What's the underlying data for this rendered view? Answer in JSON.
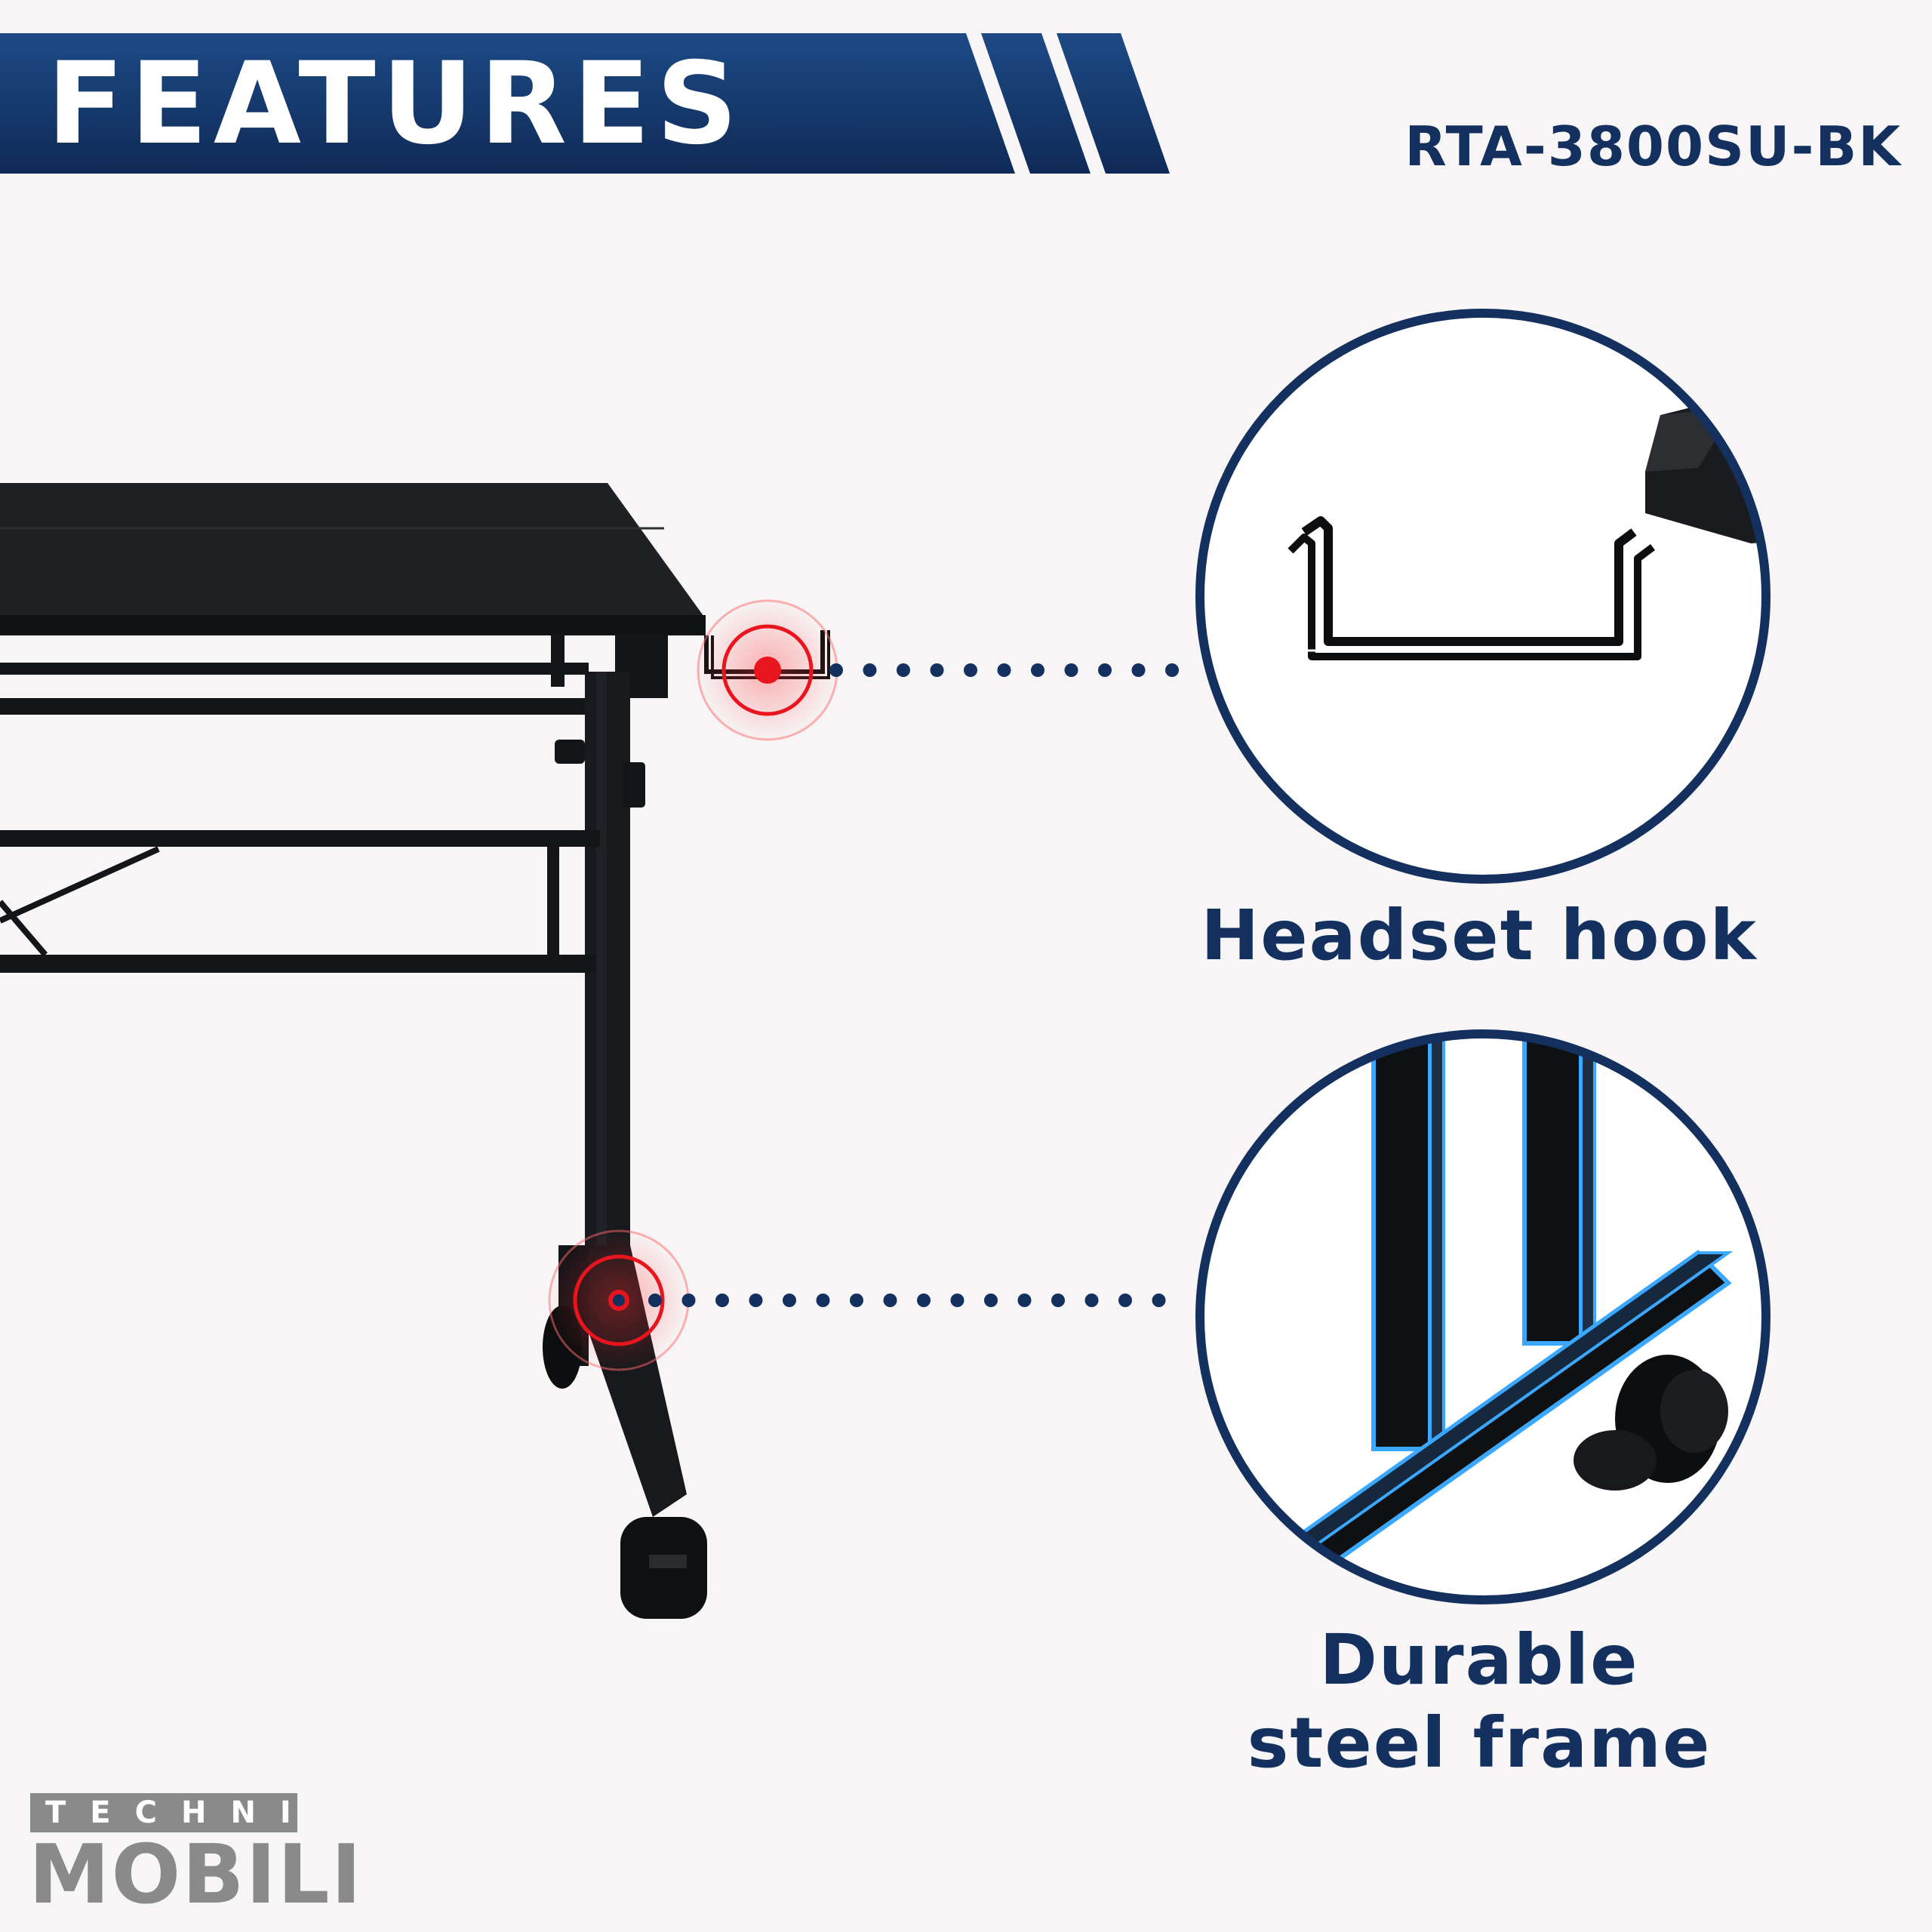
{
  "header": {
    "title": "FEATURES",
    "model": "RTA-3800SU-BK"
  },
  "features": [
    {
      "label": "Headset hook"
    },
    {
      "label_line1": "Durable",
      "label_line2": "steel frame"
    }
  ],
  "brand": {
    "top": "TECHNI",
    "bottom": "MOBILI"
  },
  "colors": {
    "navy": "#14305e",
    "background": "#f7f5f6",
    "hotspot": "#e8141e",
    "frame_glow": "#3aa8ff"
  }
}
